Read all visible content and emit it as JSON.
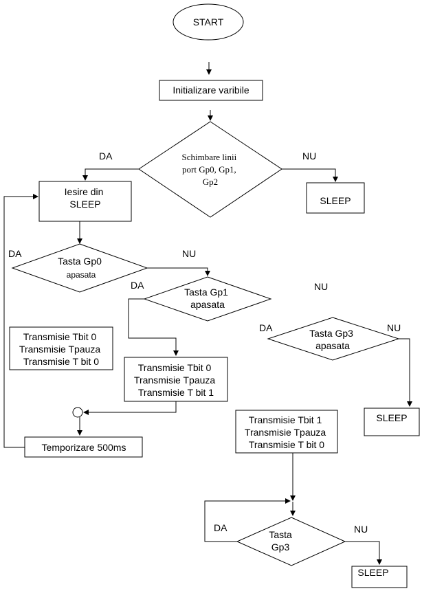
{
  "nodes": {
    "start": "START",
    "init": "Initializare varibile",
    "cond_change": [
      "Schimbare linii",
      "port Gp0, Gp1,",
      "Gp2"
    ],
    "sleep_top": "SLEEP",
    "wake": [
      "Iesire din",
      "SLEEP"
    ],
    "cond_gp0": [
      "Tasta Gp0",
      "apasata"
    ],
    "cond_gp1": [
      "Tasta Gp1",
      "apasata"
    ],
    "cond_gp3": [
      "Tasta Gp3",
      "apasata"
    ],
    "tx_left": [
      "Transmisie Tbit 0",
      "Transmisie Tpauza",
      "Transmisie T bit 0"
    ],
    "tx_mid": [
      "Transmisie Tbit 0",
      "Transmisie Tpauza",
      "Transmisie T bit 1"
    ],
    "tx_right": [
      "Transmisie Tbit 1",
      "Transmisie Tpauza",
      "Transmisie T bit 0"
    ],
    "delay": "Temporizare 500ms",
    "sleep_right": "SLEEP",
    "cond_gp3_bottom": [
      "Tasta",
      "Gp3"
    ],
    "sleep_bottom": "SLEEP"
  },
  "edge_labels": {
    "da_change": "DA",
    "nu_change": "NU",
    "da_gp0": "DA",
    "nu_gp0": "NU",
    "da_gp1": "DA",
    "nu_gp1": "NU",
    "da_gp3": "DA",
    "nu_gp3": "NU",
    "da_gp3_bottom": "DA",
    "nu_gp3_bottom": "NU"
  }
}
